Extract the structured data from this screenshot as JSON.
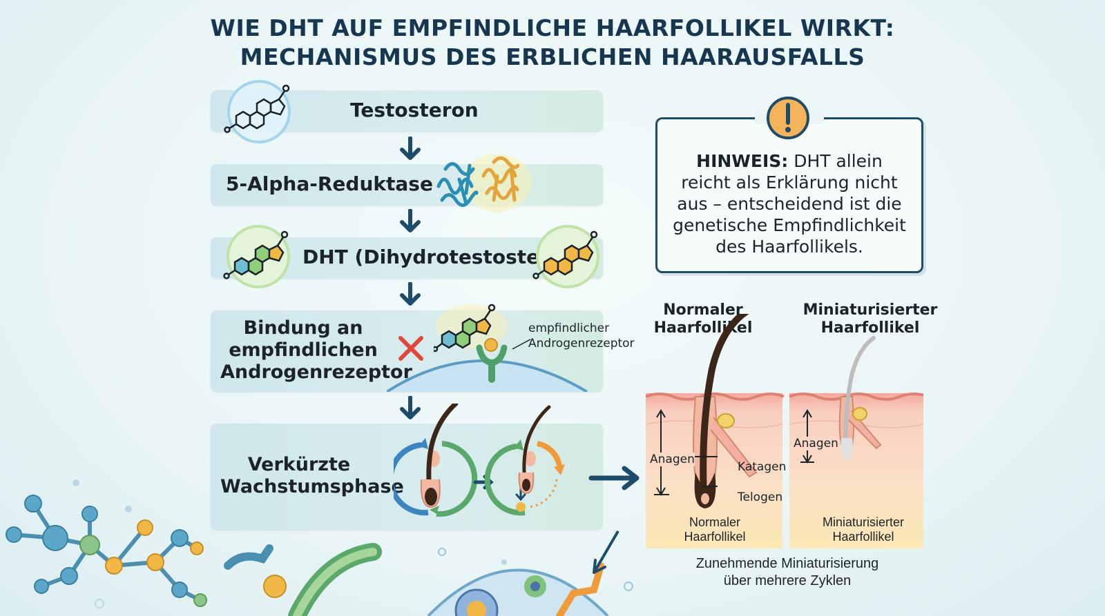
{
  "title": {
    "line1": "WIE DHT AUF EMPFINDLICHE HAARFOLLIKEL WIRKT:",
    "line2": "MECHANISMUS DES ERBLICHEN HAARAUSFALLS"
  },
  "steps": {
    "testosteron": "Testosteron",
    "reduktase": "5-Alpha-Reduktase",
    "dht": "DHT (Dihydrotestosteron)",
    "bindung_1": "Bindung an",
    "bindung_2": "empfindlichen",
    "bindung_3": "Androgenrezeptor",
    "receptor_label_1": "empfindlicher",
    "receptor_label_2": "Androgenrezeptor",
    "verkuerzt_1": "Verkürzte",
    "verkuerzt_2": "Wachstumsphase"
  },
  "note": {
    "bold": "HINWEIS:",
    "text": " DHT allein reicht als Erklärung nicht aus – entscheidend ist die genetische Empfindlichkeit des Haarfollikels."
  },
  "follicles": {
    "normal_title_1": "Normaler",
    "normal_title_2": "Haarfollikel",
    "mini_title_1": "Miniaturisierter",
    "mini_title_2": "Haarfollikel",
    "anagen": "Anagen",
    "katagen": "Katagen",
    "telogen": "Telogen",
    "anagen_mini": "Anagen",
    "normal_caption_1": "Normaler",
    "normal_caption_2": "Haarfollikel",
    "mini_caption_1": "Miniaturisierter",
    "mini_caption_2": "Haarfollikel",
    "bottom_1": "Zunehmende Miniaturisierung",
    "bottom_2": "über mehrere Zyklen"
  },
  "colors": {
    "title": "#16374f",
    "arrow": "#1d4b6a",
    "hair_dark": "#3b2618",
    "skin": "#f6c9b3",
    "warning": "#f6b45a"
  }
}
